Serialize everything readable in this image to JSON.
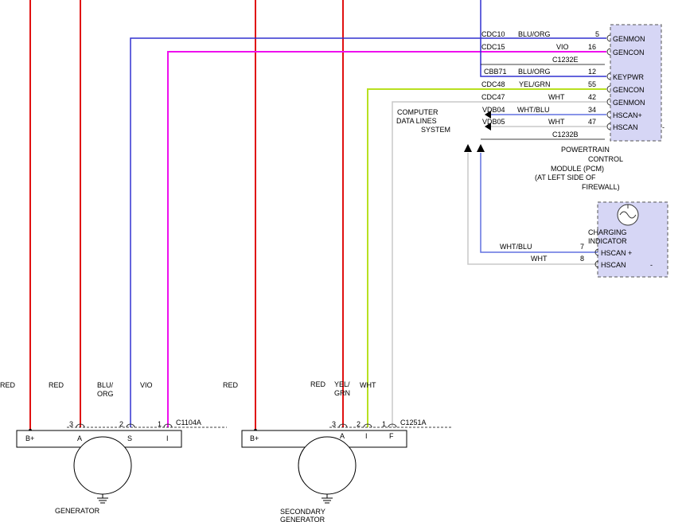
{
  "colors": {
    "red": "#e01010",
    "blue": "#3030d0",
    "magenta": "#ee10ee",
    "yellow_green": "#b8e020",
    "white_wire": "#c8c8c8",
    "wht_blu": "#6070e0",
    "module_fill": "#d6d6f5"
  },
  "pcm": {
    "pins": [
      "GENMON",
      "GENCON",
      "KEYPWR",
      "GENCON",
      "GENMON",
      "HSCAN+",
      "HSCAN"
    ],
    "connector_a": "C1232E",
    "connector_b": "C1232B",
    "label": [
      "POWERTRAIN",
      "CONTROL",
      "MODULE (PCM)",
      "(AT LEFT SIDE OF",
      "FIREWALL)"
    ],
    "dash": "-"
  },
  "wires": [
    {
      "circuit": "CDC10",
      "color": "BLU/ORG",
      "pin": "5"
    },
    {
      "circuit": "CDC15",
      "color": "VIO",
      "pin": "16"
    },
    {
      "circuit": "CBB71",
      "color": "BLU/ORG",
      "pin": "12"
    },
    {
      "circuit": "CDC48",
      "color": "YEL/GRN",
      "pin": "55"
    },
    {
      "circuit": "CDC47",
      "color": "WHT",
      "pin": "42"
    },
    {
      "circuit": "VDB04",
      "color": "WHT/BLU",
      "pin": "34"
    },
    {
      "circuit": "VDB05",
      "color": "WHT",
      "pin": "47"
    }
  ],
  "data_lines": [
    "COMPUTER",
    "DATA LINES",
    "SYSTEM"
  ],
  "charging_indicator": {
    "label": [
      "CHARGING",
      "INDICATOR"
    ],
    "pins": [
      "HSCAN +",
      "HSCAN"
    ],
    "wire1_color": "WHT/BLU",
    "wire1_pin": "7",
    "wire2_color": "WHT",
    "wire2_pin": "8",
    "dash": "-"
  },
  "generator": {
    "name": "GENERATOR",
    "connector": "C1104A",
    "wire_labels": [
      "RED",
      "RED",
      "BLU/",
      "ORG",
      "VIO"
    ],
    "pin_numbers": [
      "3",
      "2",
      "1"
    ],
    "terminals": [
      "B+",
      "A",
      "S",
      "I"
    ]
  },
  "secondary_generator": {
    "name": [
      "SECONDARY",
      "GENERATOR"
    ],
    "connector": "C1251A",
    "wire_labels": [
      "RED",
      "RED",
      "YEL/",
      "GRN",
      "WHT"
    ],
    "pin_numbers": [
      "3",
      "2",
      "1"
    ],
    "terminals": [
      "B+",
      "A",
      "I",
      "F"
    ]
  }
}
